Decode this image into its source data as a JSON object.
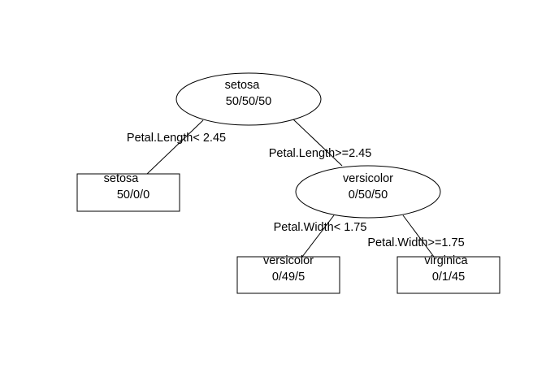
{
  "nodes": {
    "root": {
      "label": "setosa",
      "counts": "50/50/50"
    },
    "setosa": {
      "label": "setosa",
      "counts": "50/0/0"
    },
    "versicolor": {
      "label": "versicolor",
      "counts": "0/50/50"
    },
    "versicolor_leaf": {
      "label": "versicolor",
      "counts": "0/49/5"
    },
    "virginica": {
      "label": "virginica",
      "counts": "0/1/45"
    }
  },
  "edges": {
    "root_left": "Petal.Length< 2.45",
    "root_right": "Petal.Length>=2.45",
    "vers_left": "Petal.Width< 1.75",
    "vers_right": "Petal.Width>=1.75"
  }
}
